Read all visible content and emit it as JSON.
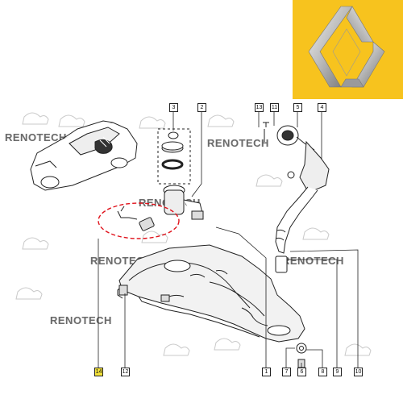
{
  "brand": {
    "logo": "renault-diamond-logo",
    "color": "#f7c31e"
  },
  "watermarks": [
    "RENOTECH",
    "RENOTECH",
    "RENOTECH",
    "RENOTECH",
    "RENOTECH",
    "RENOTECH"
  ],
  "callouts": [
    "3",
    "2",
    "13",
    "11",
    "5",
    "4",
    "14",
    "12",
    "1",
    "7",
    "6",
    "8",
    "9",
    "10"
  ],
  "highlight_callout": "14",
  "colors": {
    "dashed_circle": "#e0121b",
    "line": "#222222"
  }
}
